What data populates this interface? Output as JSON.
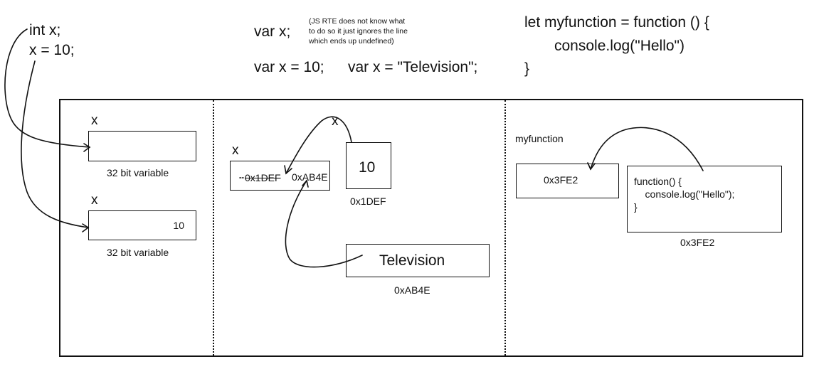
{
  "code": {
    "c_line1": "int x;",
    "c_line2": "x = 10;",
    "js_declare": "var x;",
    "js_note": "(JS RTE does not know what\nto do so it just ignores the line\nwhich ends up undefined)",
    "js_assign_number": "var x = 10;",
    "js_assign_string": "var x = \"Television\";",
    "fn_line1": "let myfunction = function () {",
    "fn_line2": "console.log(\"Hello\")",
    "fn_line3": "}"
  },
  "panel_static": {
    "var1_name": "x",
    "var1_value": "",
    "var1_caption": "32 bit variable",
    "var2_name": "x",
    "var2_value": "10",
    "var2_caption": "32 bit variable"
  },
  "panel_js": {
    "var_name": "x",
    "old_ref": "0x1DEF",
    "new_ref": "0xAB4E",
    "cross_mark": "x",
    "number_value": "10",
    "number_address": "0x1DEF",
    "string_value": "Television",
    "string_address": "0xAB4E"
  },
  "panel_function": {
    "var_name": "myfunction",
    "ref": "0x3FE2",
    "body": "function() {\n    console.log(\"Hello\");\n}",
    "address": "0x3FE2"
  }
}
